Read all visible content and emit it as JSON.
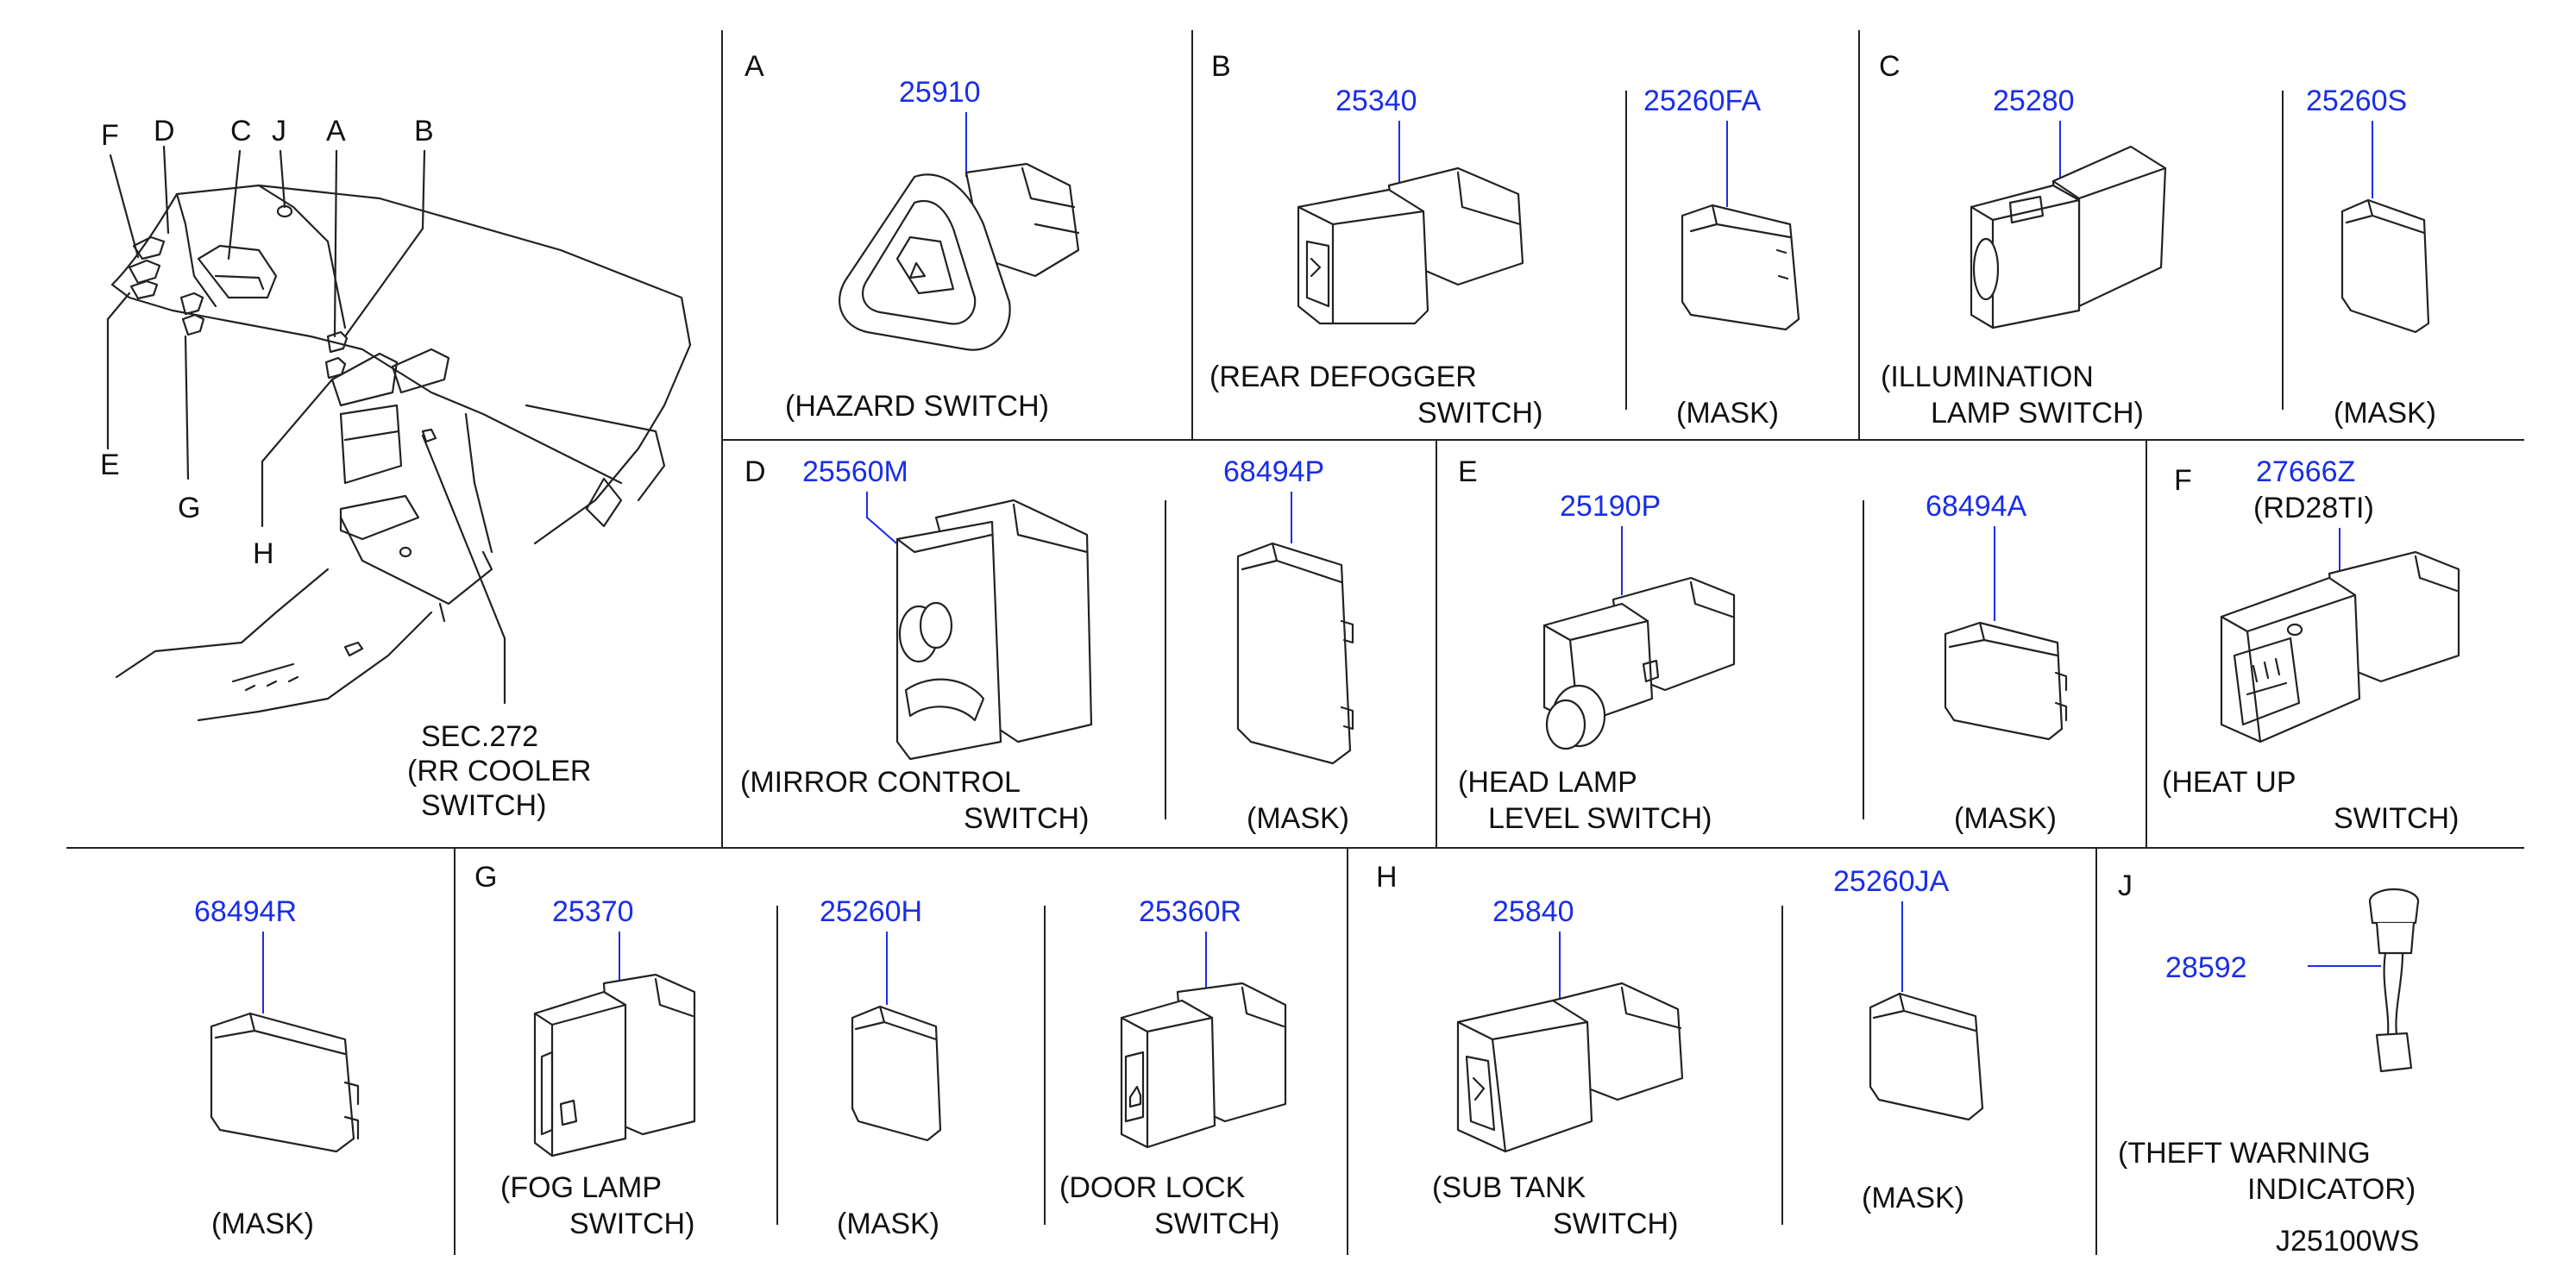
{
  "overview": {
    "callouts": [
      "F",
      "D",
      "C",
      "J",
      "A",
      "B",
      "E",
      "G",
      "H"
    ],
    "sec_ref": [
      "SEC.272",
      "(RR   COOLER",
      "SWITCH)"
    ]
  },
  "cells": {
    "A": {
      "letter": "A",
      "part": "25910",
      "caption": [
        "(HAZARD   SWITCH)"
      ]
    },
    "B1": {
      "letter": "B",
      "part": "25340",
      "caption": [
        "(REAR   DEFOGGER",
        "SWITCH)"
      ]
    },
    "B2": {
      "part": "25260FA",
      "caption": [
        "(MASK)"
      ]
    },
    "C1": {
      "letter": "C",
      "part": "25280",
      "caption": [
        "(ILLUMINATION",
        "LAMP   SWITCH)"
      ]
    },
    "C2": {
      "part": "25260S",
      "caption": [
        "(MASK)"
      ]
    },
    "D1": {
      "letter": "D",
      "part": "25560M",
      "caption": [
        "(MIRROR   CONTROL",
        "SWITCH)"
      ]
    },
    "D2": {
      "part": "68494P",
      "caption": [
        "(MASK)"
      ]
    },
    "E1": {
      "letter": "E",
      "part": "25190P",
      "caption": [
        "(HEAD   LAMP",
        "LEVEL   SWITCH)"
      ]
    },
    "E2": {
      "part": "68494A",
      "caption": [
        "(MASK)"
      ]
    },
    "F": {
      "letter": "F",
      "part": "27666Z",
      "variant": "(RD28TI)",
      "caption": [
        "(HEAT   UP",
        "SWITCH)"
      ]
    },
    "M": {
      "part": "68494R",
      "caption": [
        "(MASK)"
      ]
    },
    "G1": {
      "letter": "G",
      "part": "25370",
      "caption": [
        "(FOG   LAMP",
        "SWITCH)"
      ]
    },
    "G2": {
      "part": "25260H",
      "caption": [
        "(MASK)"
      ]
    },
    "G3": {
      "part": "25360R",
      "caption": [
        "(DOOR   LOCK",
        "SWITCH)"
      ]
    },
    "H1": {
      "letter": "H",
      "part": "25840",
      "caption": [
        "(SUB   TANK",
        "SWITCH)"
      ]
    },
    "H2": {
      "part": "25260JA",
      "caption": [
        "(MASK)"
      ]
    },
    "J": {
      "letter": "J",
      "part": "28592",
      "caption": [
        "(THEFT   WARNING",
        "INDICATOR)"
      ]
    }
  },
  "drawing_code": "J25100WS",
  "colors": {
    "part_number": "#1a2ee6",
    "linework": "#222222"
  }
}
